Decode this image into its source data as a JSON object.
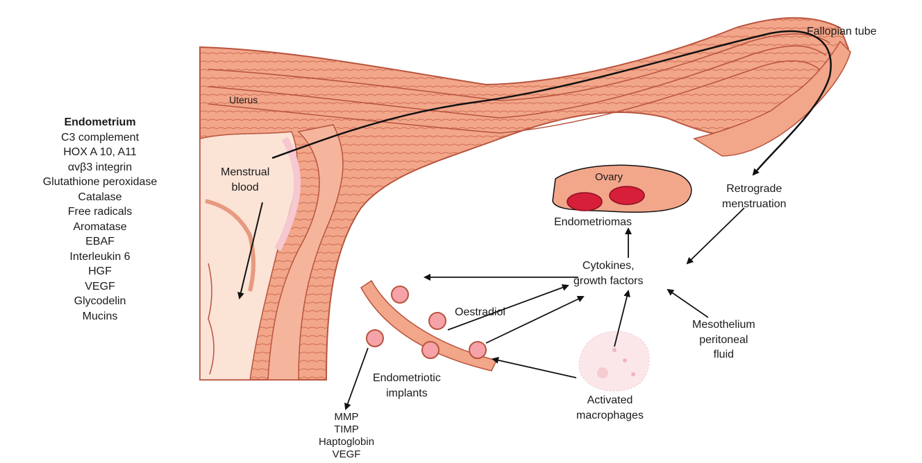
{
  "labels": {
    "fallopian_tube": "Fallopian tube",
    "uterus": "Uterus",
    "menstrual_blood": [
      "Menstrual",
      "blood"
    ],
    "ovary": "Ovary",
    "endometriomas": "Endometriomas",
    "retrograde": [
      "Retrograde",
      "menstruation"
    ],
    "cytokines": [
      "Cytokines,",
      "growth factors"
    ],
    "oestradiol": "Oestradiol",
    "mesothelium": [
      "Mesothelium",
      "peritoneal",
      "fluid"
    ],
    "implants": [
      "Endometriotic",
      "implants"
    ],
    "macrophages": [
      "Activated",
      "macrophages"
    ]
  },
  "endometrium_list": {
    "heading": "Endometrium",
    "items": [
      "C3 complement",
      "HOX A 10, A11",
      "αvβ3 integrin",
      "Glutathione peroxidase",
      "Catalase",
      "Free radicals",
      "Aromatase",
      "EBAF",
      "Interleukin 6",
      "HGF",
      "VEGF",
      "Glycodelin",
      "Mucins"
    ]
  },
  "implant_products": [
    "MMP",
    "TIMP",
    "Haptoglobin",
    "VEGF"
  ],
  "colors": {
    "tissue": "#f2a68a",
    "tissue_light": "#f7c4ae",
    "tissue_line": "#b8533d",
    "follicle": "#d81f3a",
    "cell": "#f5a3a8"
  }
}
